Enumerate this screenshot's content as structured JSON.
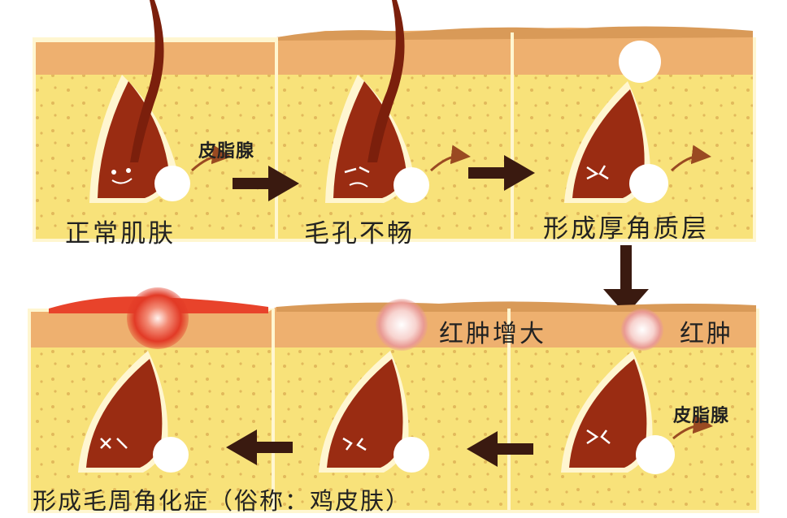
{
  "labels": {
    "sebaceous_gland_top": "皮脂腺",
    "sebaceous_gland_bottom": "皮脂腺",
    "normal_skin": "正常肌肤",
    "clogged_pores": "毛孔不畅",
    "keratin_layer": "形成厚角质层",
    "redness": "红肿",
    "redness_enlarged": "红肿增大",
    "keratosis_pilaris": "形成毛周角化症（俗称：鸡皮肤）"
  },
  "colors": {
    "skin_fill": "#f8e27a",
    "skin_outline": "#fff6d0",
    "epidermis": "#eeb06f",
    "follicle": "#9a2c12",
    "arrow": "#3a1a10",
    "inflamed": "#e8432b",
    "gland": "#ffffff"
  }
}
